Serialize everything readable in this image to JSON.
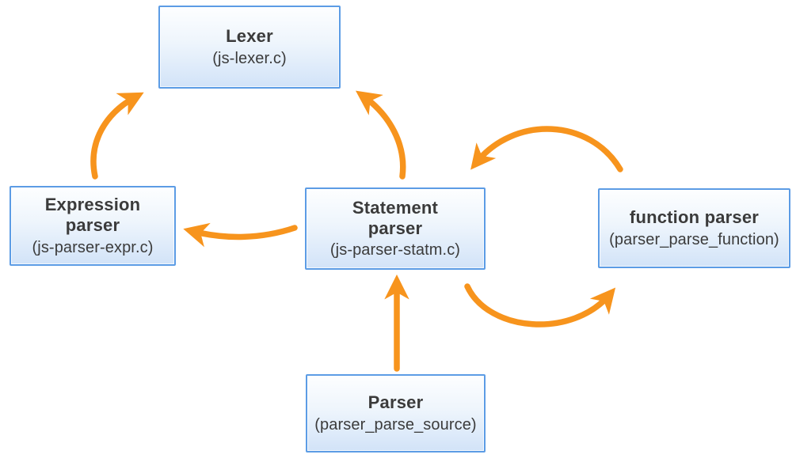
{
  "colors": {
    "arrow": "#f7941d",
    "box_border": "#5c9ce5",
    "box_fill_top": "#fdfeff",
    "box_fill_bottom": "#d2e3f8",
    "text": "#3b3b3b",
    "background": "#ffffff"
  },
  "nodes": [
    {
      "id": "lexer",
      "title": "Lexer",
      "title_lines": [
        "Lexer"
      ],
      "subtitle": "(js-lexer.c)"
    },
    {
      "id": "expression-parser",
      "title": "Expression parser",
      "title_lines": [
        "Expression",
        "parser"
      ],
      "subtitle": "(js-parser-expr.c)"
    },
    {
      "id": "statement-parser",
      "title": "Statement parser",
      "title_lines": [
        "Statement",
        "parser"
      ],
      "subtitle": "(js-parser-statm.c)"
    },
    {
      "id": "function-parser",
      "title": "function parser",
      "title_lines": [
        "function parser"
      ],
      "subtitle": "(parser_parse_function)"
    },
    {
      "id": "parser",
      "title": "Parser",
      "title_lines": [
        "Parser"
      ],
      "subtitle": "(parser_parse_source)"
    }
  ],
  "edges": [
    {
      "name": "expression-parser-to-lexer",
      "from": "Expression parser",
      "to": "Lexer"
    },
    {
      "name": "statement-parser-to-lexer",
      "from": "Statement parser",
      "to": "Lexer"
    },
    {
      "name": "function-parser-to-statement-parser",
      "from": "function parser",
      "to": "Statement parser"
    },
    {
      "name": "statement-parser-to-function-parser",
      "from": "Statement parser",
      "to": "function parser"
    },
    {
      "name": "statement-parser-to-expression-parser",
      "from": "Statement parser",
      "to": "Expression parser"
    },
    {
      "name": "parser-to-statement-parser",
      "from": "Parser",
      "to": "Statement parser"
    }
  ]
}
